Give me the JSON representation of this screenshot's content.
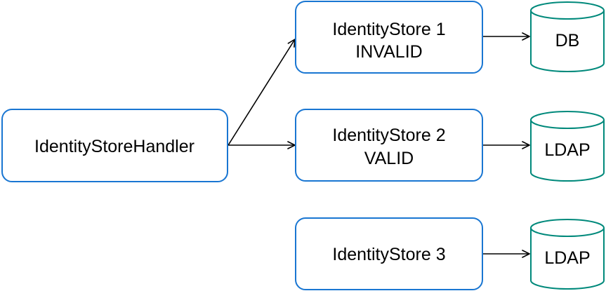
{
  "nodes": {
    "handler": {
      "label": "IdentityStoreHandler"
    },
    "store1": {
      "line1": "IdentityStore 1",
      "line2": "INVALID"
    },
    "store2": {
      "line1": "IdentityStore 2",
      "line2": "VALID"
    },
    "store3": {
      "line1": "IdentityStore 3"
    },
    "db1": {
      "label": "DB"
    },
    "db2": {
      "label": "LDAP"
    },
    "db3": {
      "label": "LDAP"
    }
  },
  "colors": {
    "box_border": "#1976d2",
    "database_border": "#00897b",
    "edge": "#000000"
  }
}
